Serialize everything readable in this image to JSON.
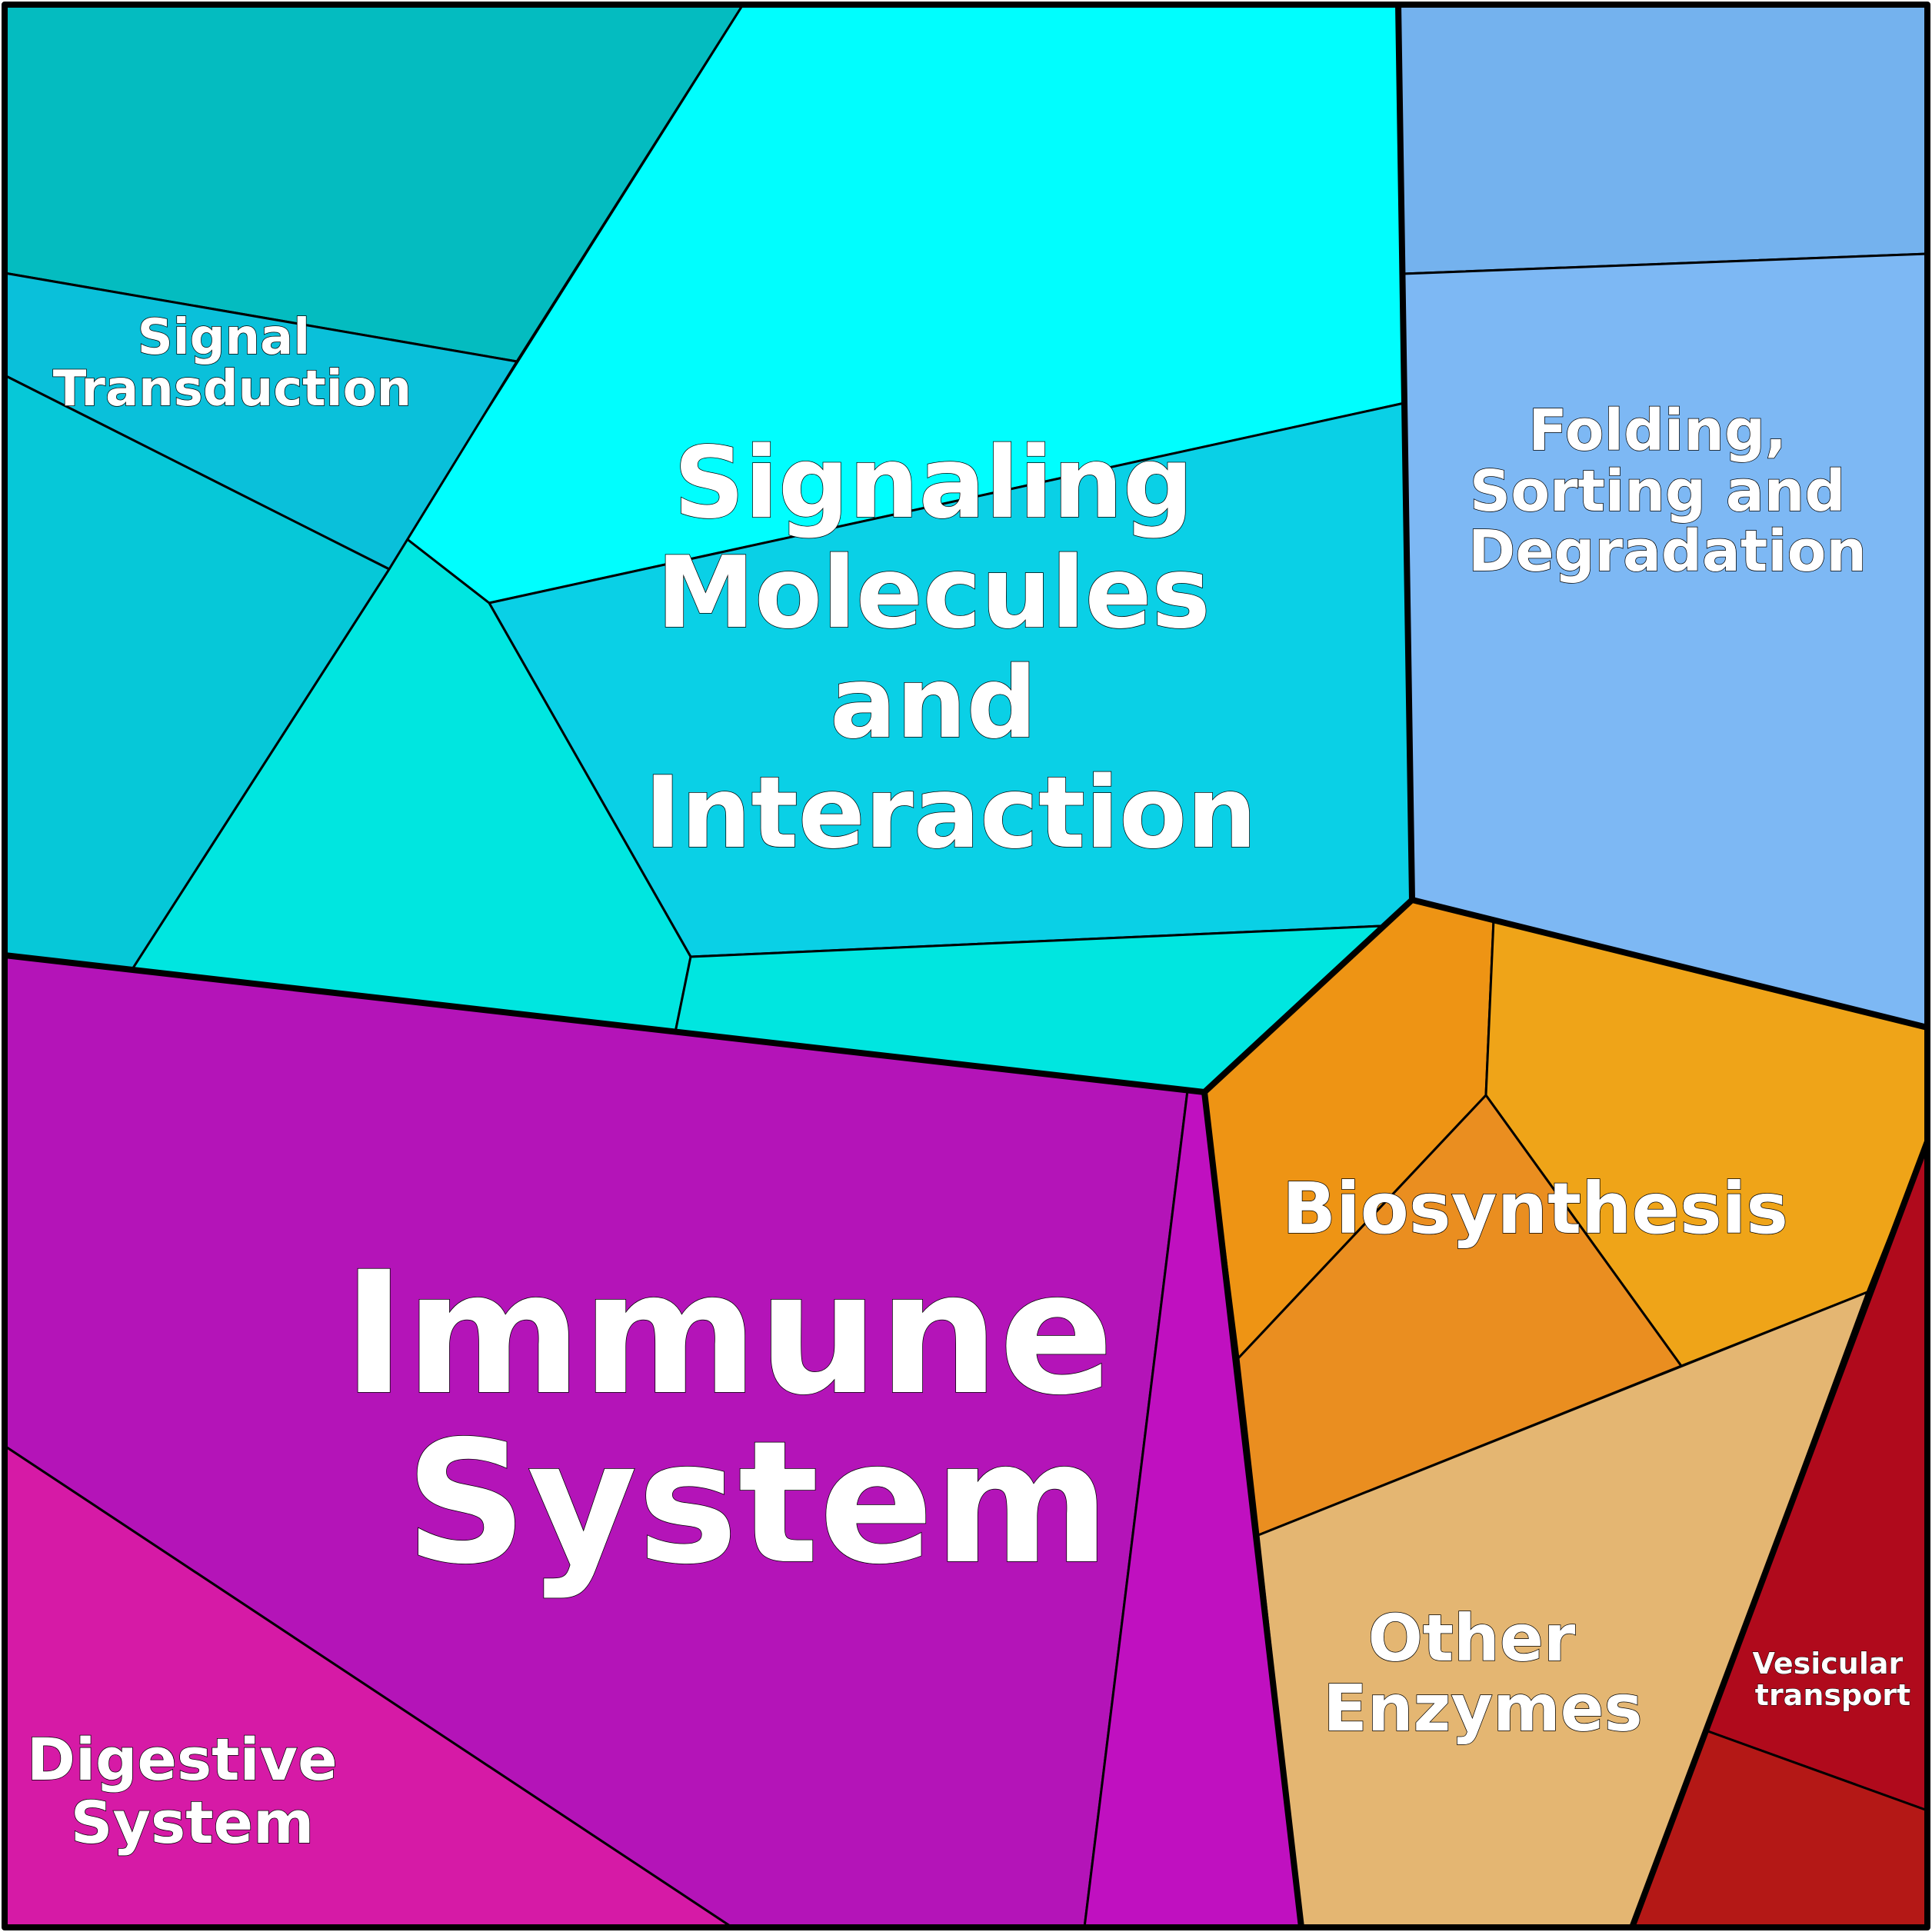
{
  "diagram": {
    "type": "voronoi-treemap",
    "categories": [
      {
        "id": "signaling",
        "label": [
          "Signaling",
          "Molecules",
          "and",
          "Interaction"
        ],
        "cells": [
          {
            "name": "cell-signaling-top-left",
            "color": "#04bcc0"
          },
          {
            "name": "cell-signaling-top",
            "color": "#00fefe"
          },
          {
            "name": "cell-signaling-center",
            "color": "#0ad0e6"
          },
          {
            "name": "cell-signaling-lower-left",
            "color": "#00e6e0"
          },
          {
            "name": "cell-signaling-bottom",
            "color": "#00e6e0"
          }
        ]
      },
      {
        "id": "signal-transduction",
        "label": [
          "Signal",
          "Transduction"
        ],
        "cells": [
          {
            "name": "cell-signal-transduction-upper",
            "color": "#0ac0da"
          },
          {
            "name": "cell-signal-transduction-lower",
            "color": "#06c8d8"
          }
        ]
      },
      {
        "id": "folding",
        "label": [
          "Folding,",
          "Sorting and",
          "Degradation"
        ],
        "cells": [
          {
            "name": "cell-folding-top",
            "color": "#74b2ee"
          },
          {
            "name": "cell-folding-main",
            "color": "#7db8f4"
          }
        ]
      },
      {
        "id": "immune",
        "label": [
          "Immune",
          "System"
        ],
        "cells": [
          {
            "name": "cell-immune-main",
            "color": "#b414b8"
          },
          {
            "name": "cell-immune-strip",
            "color": "#c010c0"
          }
        ]
      },
      {
        "id": "digestive",
        "label": [
          "Digestive",
          "System"
        ],
        "cells": [
          {
            "name": "cell-digestive",
            "color": "#d61aa6"
          }
        ]
      },
      {
        "id": "biosynthesis",
        "label": [
          "Biosynthesis"
        ],
        "cells": [
          {
            "name": "cell-biosynthesis-left",
            "color": "#ee9414"
          },
          {
            "name": "cell-biosynthesis-right",
            "color": "#efa418"
          },
          {
            "name": "cell-biosynthesis-center",
            "color": "#ea8e20"
          }
        ]
      },
      {
        "id": "other-enzymes",
        "label": [
          "Other",
          "Enzymes"
        ],
        "cells": [
          {
            "name": "cell-other-enzymes",
            "color": "#e4b672"
          }
        ]
      },
      {
        "id": "vesicular",
        "label": [
          "Vesicular",
          "transport"
        ],
        "cells": [
          {
            "name": "cell-vesicular-upper",
            "color": "#b00a1c"
          },
          {
            "name": "cell-vesicular-lower",
            "color": "#b41816"
          }
        ]
      }
    ]
  }
}
